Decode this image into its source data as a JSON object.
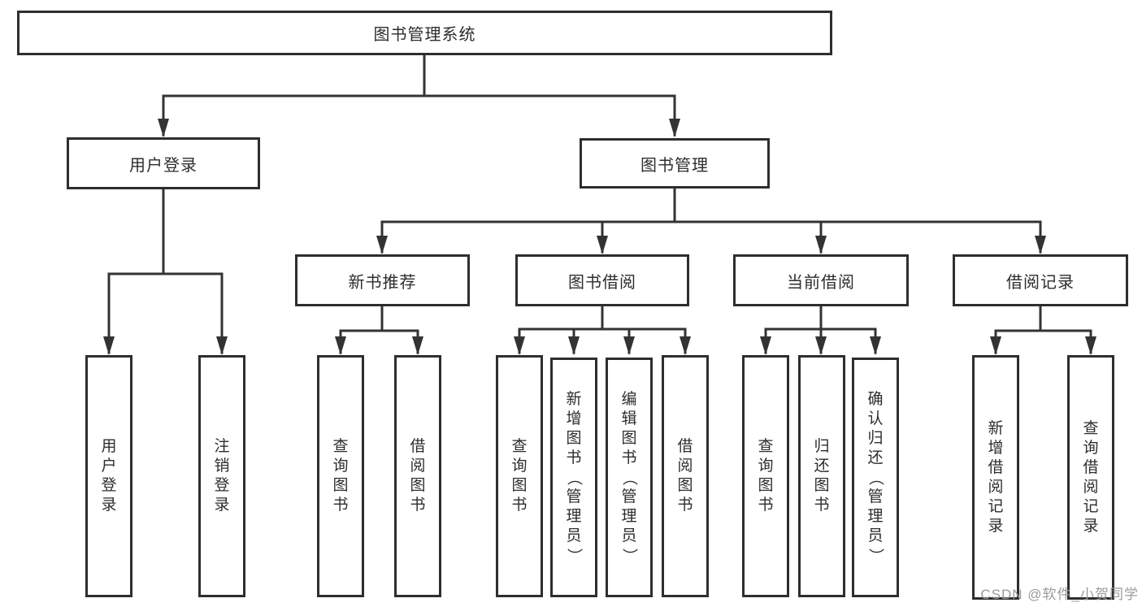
{
  "diagram": {
    "root": {
      "label": "图书管理系统",
      "children": [
        {
          "label": "用户登录",
          "children": [
            {
              "label": "用户登录"
            },
            {
              "label": "注销登录"
            }
          ]
        },
        {
          "label": "图书管理",
          "children": [
            {
              "label": "新书推荐",
              "children": [
                {
                  "label": "查询图书"
                },
                {
                  "label": "借阅图书"
                }
              ]
            },
            {
              "label": "图书借阅",
              "children": [
                {
                  "label": "查询图书"
                },
                {
                  "label": "新增图书（管理员）"
                },
                {
                  "label": "编辑图书（管理员）"
                },
                {
                  "label": "借阅图书"
                }
              ]
            },
            {
              "label": "当前借阅",
              "children": [
                {
                  "label": "查询图书"
                },
                {
                  "label": "归还图书"
                },
                {
                  "label": "确认归还（管理员）"
                }
              ]
            },
            {
              "label": "借阅记录",
              "children": [
                {
                  "label": "新增借阅记录"
                },
                {
                  "label": "查询借阅记录"
                }
              ]
            }
          ]
        }
      ]
    }
  },
  "watermark": {
    "text": "CSDN @软件_小贺同学"
  },
  "colors": {
    "line": "#333333",
    "box_border": "#2e2e2e",
    "text": "#2d2d2d",
    "background": "#ffffff",
    "watermark": "#9b9b9b"
  }
}
